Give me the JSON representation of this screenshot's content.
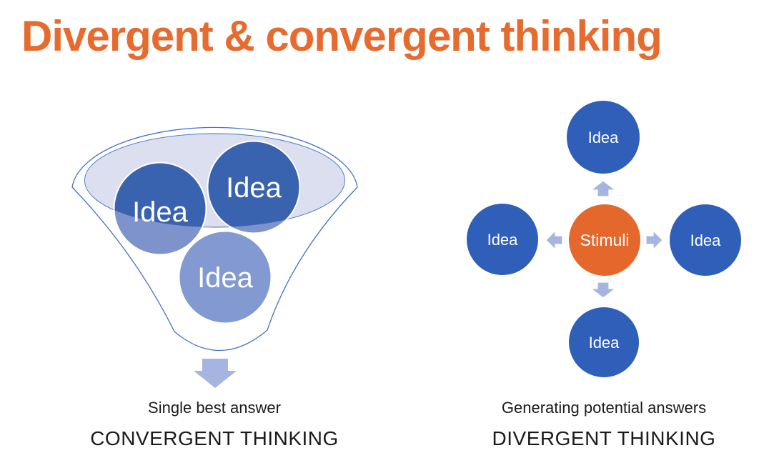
{
  "slide": {
    "title": "Divergent & convergent thinking"
  },
  "colors": {
    "title_orange": "#E76B2E",
    "stimuli_orange": "#E4682B",
    "idea_blue": "#2F5FB8",
    "funnel_dark_blue": "#3A63AF",
    "funnel_mid_blue": "#7E93CB",
    "funnel_light_blue": "#8399D1",
    "bowl_fill": "#DCDFF0",
    "outline_blue": "#4472C4",
    "arrow_periwinkle": "#A6B4E0",
    "text_black": "#1b1b1b"
  },
  "convergent": {
    "circles": [
      {
        "label": "Idea"
      },
      {
        "label": "Idea"
      },
      {
        "label": "Idea"
      }
    ],
    "caption": "Single best answer",
    "heading": "CONVERGENT THINKING"
  },
  "divergent": {
    "center_label": "Stimuli",
    "circles": [
      {
        "position": "top",
        "label": "Idea"
      },
      {
        "position": "left",
        "label": "Idea"
      },
      {
        "position": "right",
        "label": "Idea"
      },
      {
        "position": "bottom",
        "label": "Idea"
      }
    ],
    "caption": "Generating potential answers",
    "heading": "DIVERGENT THINKING"
  }
}
